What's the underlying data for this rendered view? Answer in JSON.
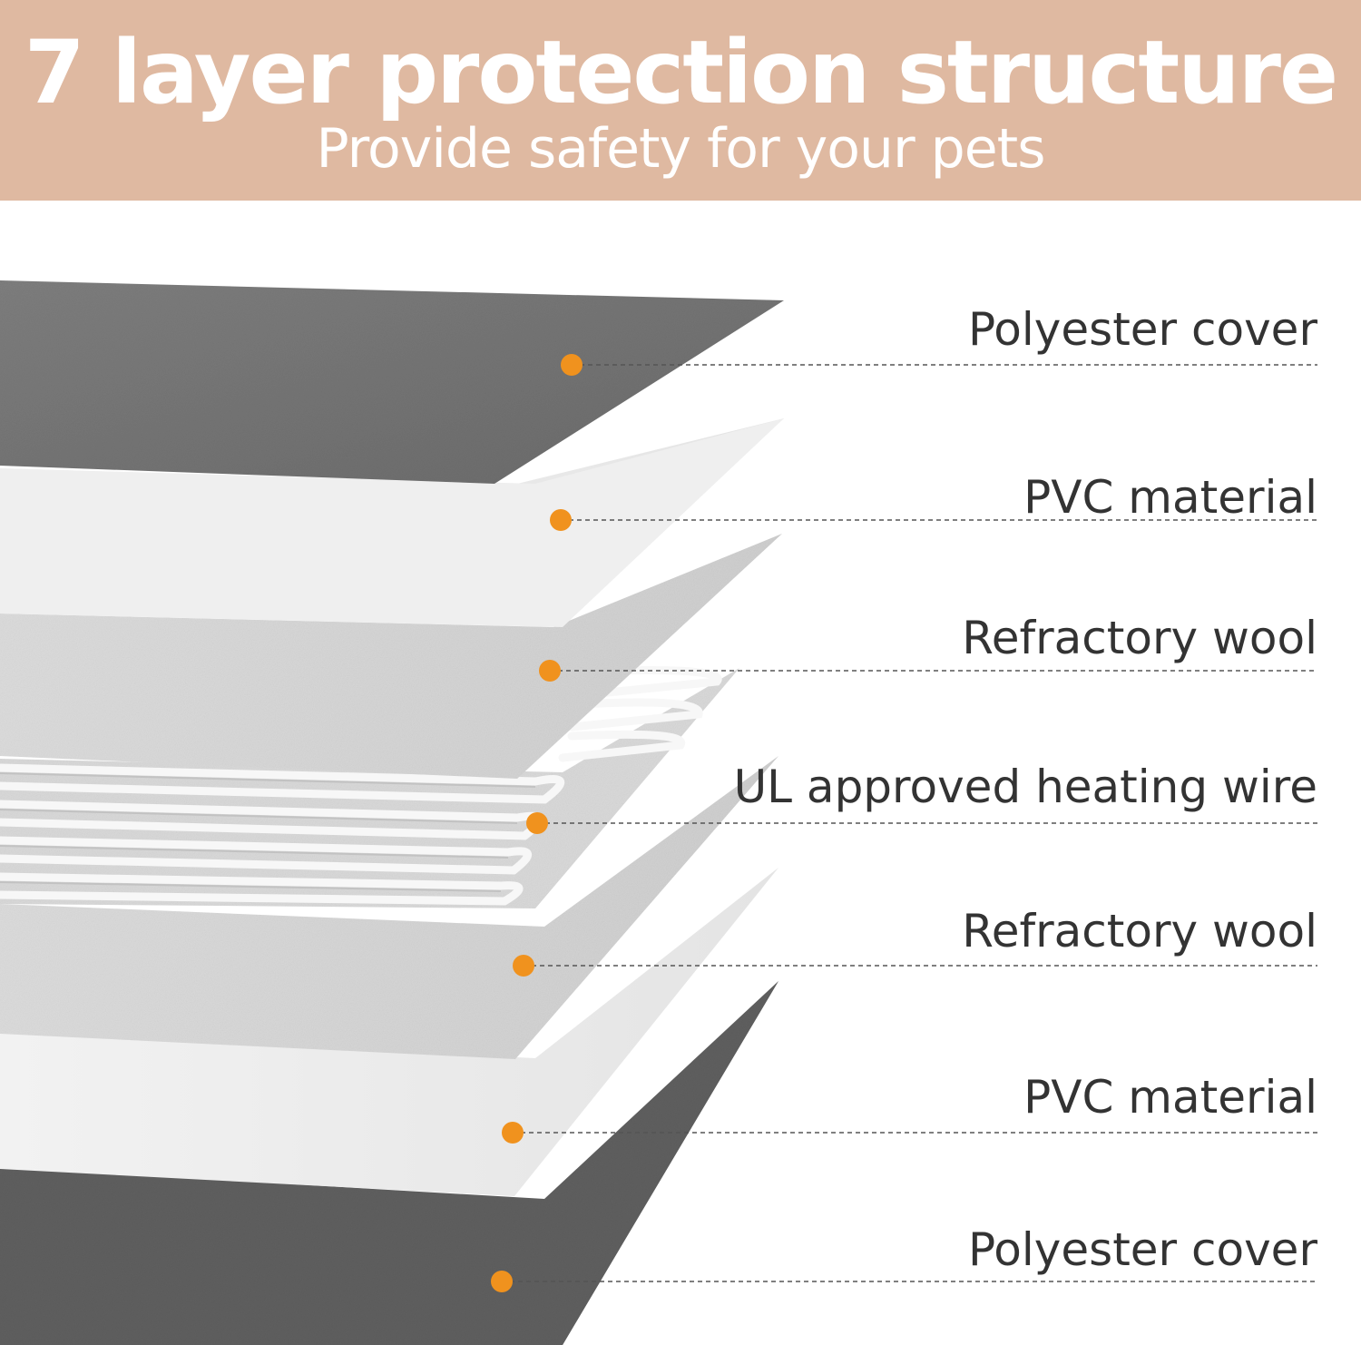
{
  "header": {
    "title": "7 layer protection structure",
    "subtitle": "Provide safety for your pets"
  },
  "colors": {
    "banner": "#dfb9a1",
    "marker": "#f0921e",
    "label_text": "#333333"
  },
  "layers": [
    {
      "label": "Polyester cover",
      "material": "dark-gray-fabric"
    },
    {
      "label": "PVC material",
      "material": "white-sheet"
    },
    {
      "label": "Refractory wool",
      "material": "light-gray-felt"
    },
    {
      "label": "UL approved heating wire",
      "material": "heating-wire"
    },
    {
      "label": "Refractory wool",
      "material": "light-gray-felt"
    },
    {
      "label": "PVC material",
      "material": "white-sheet"
    },
    {
      "label": "Polyester cover",
      "material": "dark-gray-fabric"
    }
  ]
}
